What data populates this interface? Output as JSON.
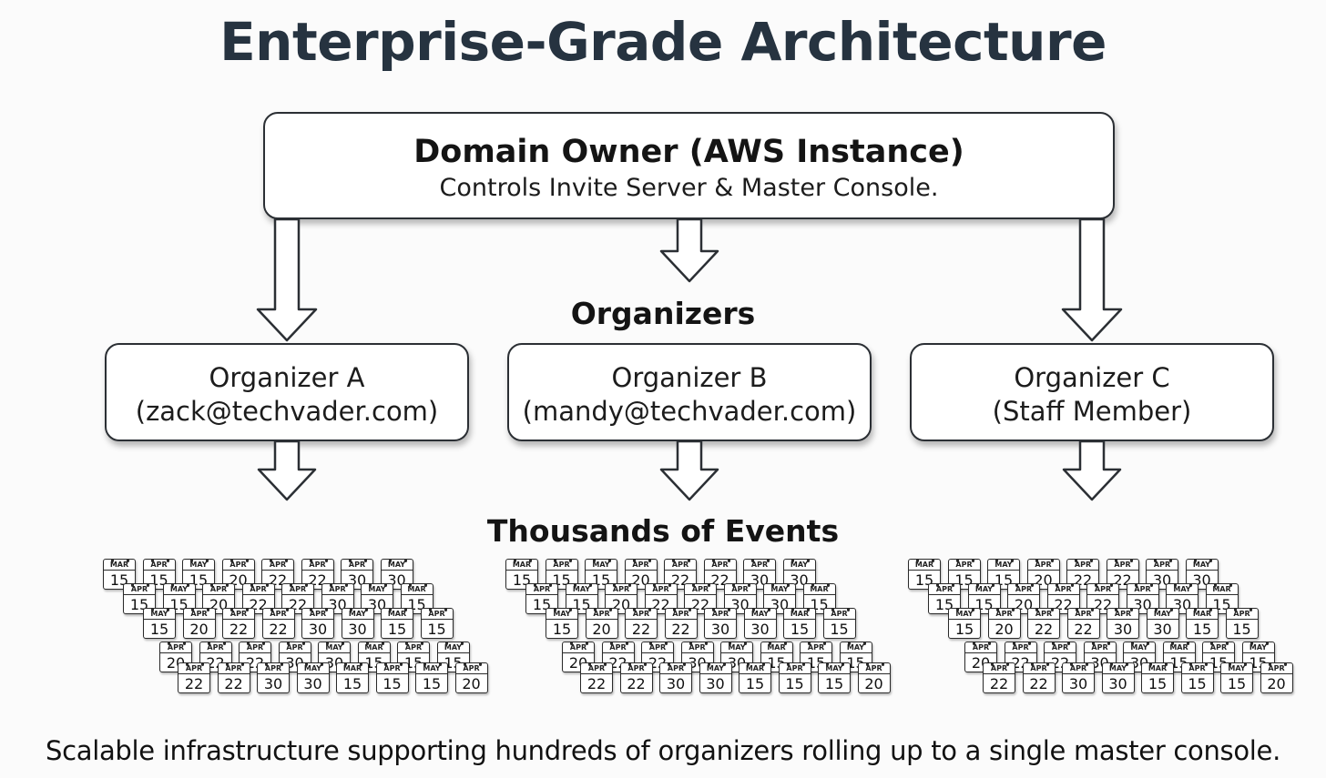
{
  "title": "Enterprise-Grade Architecture",
  "owner": {
    "title": "Domain Owner (AWS Instance)",
    "subtitle": "Controls Invite Server & Master Console."
  },
  "organizers_label": "Organizers",
  "organizers": [
    {
      "name": "Organizer A",
      "detail": "(zack@techvader.com)"
    },
    {
      "name": "Organizer B",
      "detail": "(mandy@techvader.com)"
    },
    {
      "name": "Organizer C",
      "detail": "(Staff Member)"
    }
  ],
  "events_label": "Thousands of Events",
  "event_calendars": [
    {
      "month": "MAR",
      "day": "15"
    },
    {
      "month": "APR",
      "day": "15"
    },
    {
      "month": "MAY",
      "day": "15"
    },
    {
      "month": "APR",
      "day": "20"
    },
    {
      "month": "APR",
      "day": "22"
    },
    {
      "month": "APR",
      "day": "22"
    },
    {
      "month": "APR",
      "day": "30"
    },
    {
      "month": "MAY",
      "day": "30"
    }
  ],
  "footer": "Scalable infrastructure supporting hundreds of organizers rolling up to a single master console."
}
